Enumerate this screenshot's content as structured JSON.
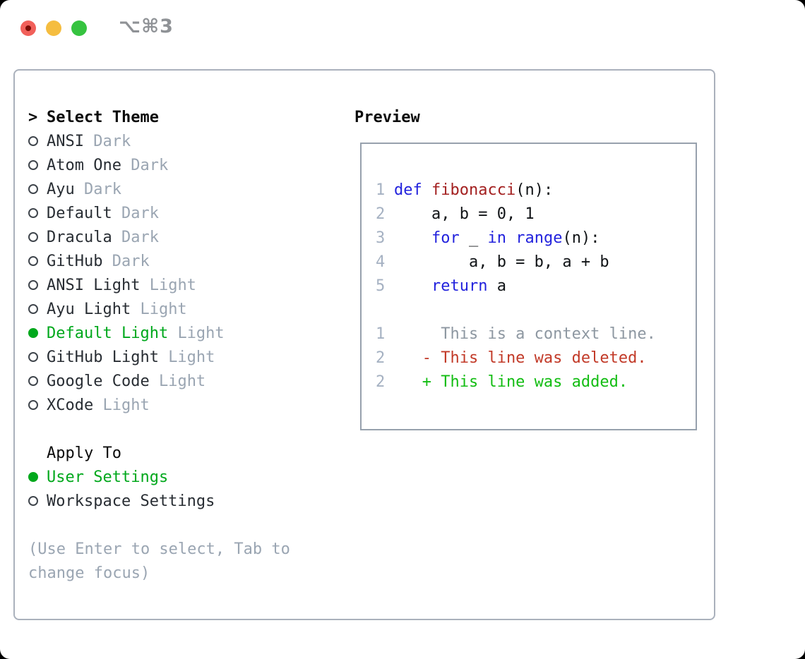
{
  "window": {
    "title": "⌥⌘3"
  },
  "theme_picker": {
    "header_marker": ">",
    "header_label": "Select Theme",
    "items": [
      {
        "name": "ANSI",
        "variant": "Dark",
        "selected": false
      },
      {
        "name": "Atom One",
        "variant": "Dark",
        "selected": false
      },
      {
        "name": "Ayu",
        "variant": "Dark",
        "selected": false
      },
      {
        "name": "Default",
        "variant": "Dark",
        "selected": false
      },
      {
        "name": "Dracula",
        "variant": "Dark",
        "selected": false
      },
      {
        "name": "GitHub",
        "variant": "Dark",
        "selected": false
      },
      {
        "name": "ANSI Light",
        "variant": "Light",
        "selected": false
      },
      {
        "name": "Ayu Light",
        "variant": "Light",
        "selected": false
      },
      {
        "name": "Default Light",
        "variant": "Light",
        "selected": true
      },
      {
        "name": "GitHub Light",
        "variant": "Light",
        "selected": false
      },
      {
        "name": "Google Code",
        "variant": "Light",
        "selected": false
      },
      {
        "name": "XCode",
        "variant": "Light",
        "selected": false
      }
    ],
    "apply_to": {
      "header": "Apply To",
      "options": [
        {
          "label": "User Settings",
          "selected": true
        },
        {
          "label": "Workspace Settings",
          "selected": false
        }
      ]
    },
    "hint_lines": [
      "(Use Enter to select, Tab to",
      "change focus)"
    ]
  },
  "preview": {
    "title": "Preview",
    "code_lines": [
      {
        "num": "1",
        "tokens": [
          {
            "text": "def",
            "cls": "kw"
          },
          {
            "text": " ",
            "cls": "plain"
          },
          {
            "text": "fibonacci",
            "cls": "fn"
          },
          {
            "text": "(n):",
            "cls": "plain"
          }
        ]
      },
      {
        "num": "2",
        "tokens": [
          {
            "text": "    a, b = 0, 1",
            "cls": "plain"
          }
        ]
      },
      {
        "num": "3",
        "tokens": [
          {
            "text": "    ",
            "cls": "plain"
          },
          {
            "text": "for",
            "cls": "kw"
          },
          {
            "text": " _ ",
            "cls": "plain"
          },
          {
            "text": "in",
            "cls": "kw"
          },
          {
            "text": " ",
            "cls": "plain"
          },
          {
            "text": "range",
            "cls": "kw"
          },
          {
            "text": "(n):",
            "cls": "plain"
          }
        ]
      },
      {
        "num": "4",
        "tokens": [
          {
            "text": "        a, b = b, a + b",
            "cls": "plain"
          }
        ]
      },
      {
        "num": "5",
        "tokens": [
          {
            "text": "    ",
            "cls": "plain"
          },
          {
            "text": "return",
            "cls": "kw"
          },
          {
            "text": " a",
            "cls": "plain"
          }
        ]
      }
    ],
    "diff_lines": [
      {
        "num": "1",
        "kind": "context",
        "text": "     This is a context line."
      },
      {
        "num": "2",
        "kind": "deleted",
        "text": "   - This line was deleted."
      },
      {
        "num": "2",
        "kind": "added",
        "text": "   + This line was added."
      }
    ]
  },
  "colors": {
    "accent_green": "#00a81c",
    "keyword_blue": "#2222dd",
    "function_red": "#a32020",
    "diff_red": "#c23a28",
    "diff_green": "#13bd13",
    "muted_gray": "#9aa5b2",
    "gutter_gray": "#a5b1c2",
    "panel_border": "#aab1bc",
    "box_border": "#97a1ad",
    "title_gray": "#8f9296",
    "light_red": "#f1605a",
    "light_yellow": "#f5bd40",
    "light_green": "#36c340"
  }
}
